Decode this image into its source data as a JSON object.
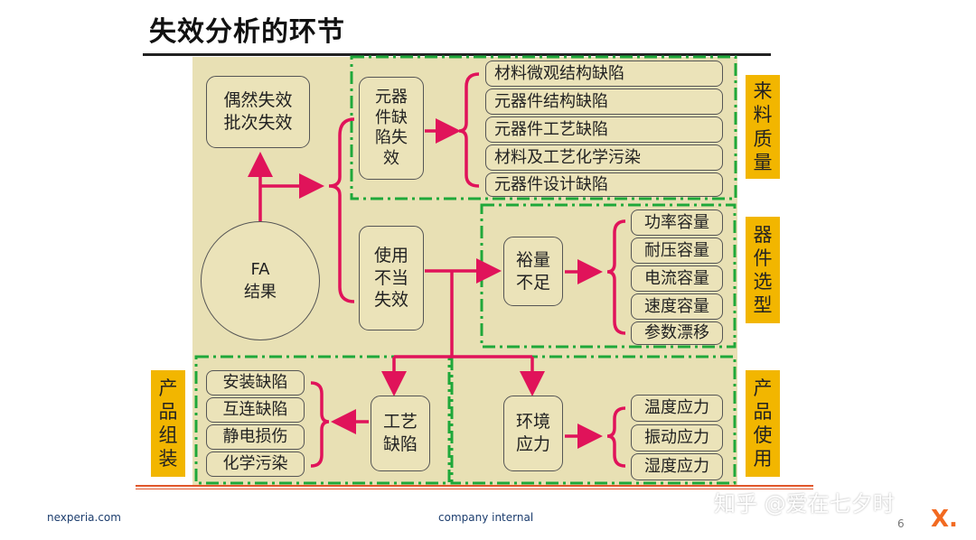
{
  "title": "失效分析的环节",
  "fa_result": [
    "FA",
    "结果"
  ],
  "random_failure": [
    "偶然失效",
    "批次失效"
  ],
  "component_failure": [
    "元器",
    "件缺",
    "陷失",
    "效"
  ],
  "misuse_failure": [
    "使用",
    "不当",
    "失效"
  ],
  "insufficient_margin": [
    "裕量",
    "不足"
  ],
  "process_defect": [
    "工艺",
    "缺陷"
  ],
  "env_stress": [
    "环境",
    "应力"
  ],
  "component_defects": [
    "材料微观结构缺陷",
    "元器件结构缺陷",
    "元器件工艺缺陷",
    "材料及工艺化学污染",
    "元器件设计缺陷"
  ],
  "margin_items": [
    "功率容量",
    "耐压容量",
    "电流容量",
    "速度容量",
    "参数漂移"
  ],
  "assembly_items": [
    "安装缺陷",
    "互连缺陷",
    "静电损伤",
    "化学污染"
  ],
  "stress_items": [
    "温度应力",
    "振动应力",
    "湿度应力"
  ],
  "tags": {
    "incoming_quality": [
      "来",
      "料",
      "质",
      "量"
    ],
    "device_selection": [
      "器",
      "件",
      "选",
      "型"
    ],
    "product_usage": [
      "产",
      "品",
      "使",
      "用"
    ],
    "product_assembly": [
      "产",
      "品",
      "组",
      "装"
    ]
  },
  "footer": {
    "left": "nexperia.com",
    "center": "company internal",
    "page": "6",
    "logo": "X.",
    "watermark": "知乎 @爱在七夕时"
  },
  "colors": {
    "arrow": "#e0135a",
    "dashed_border": "#1fa83a",
    "panel": "#e8e0b4",
    "tag": "#f2b600"
  }
}
